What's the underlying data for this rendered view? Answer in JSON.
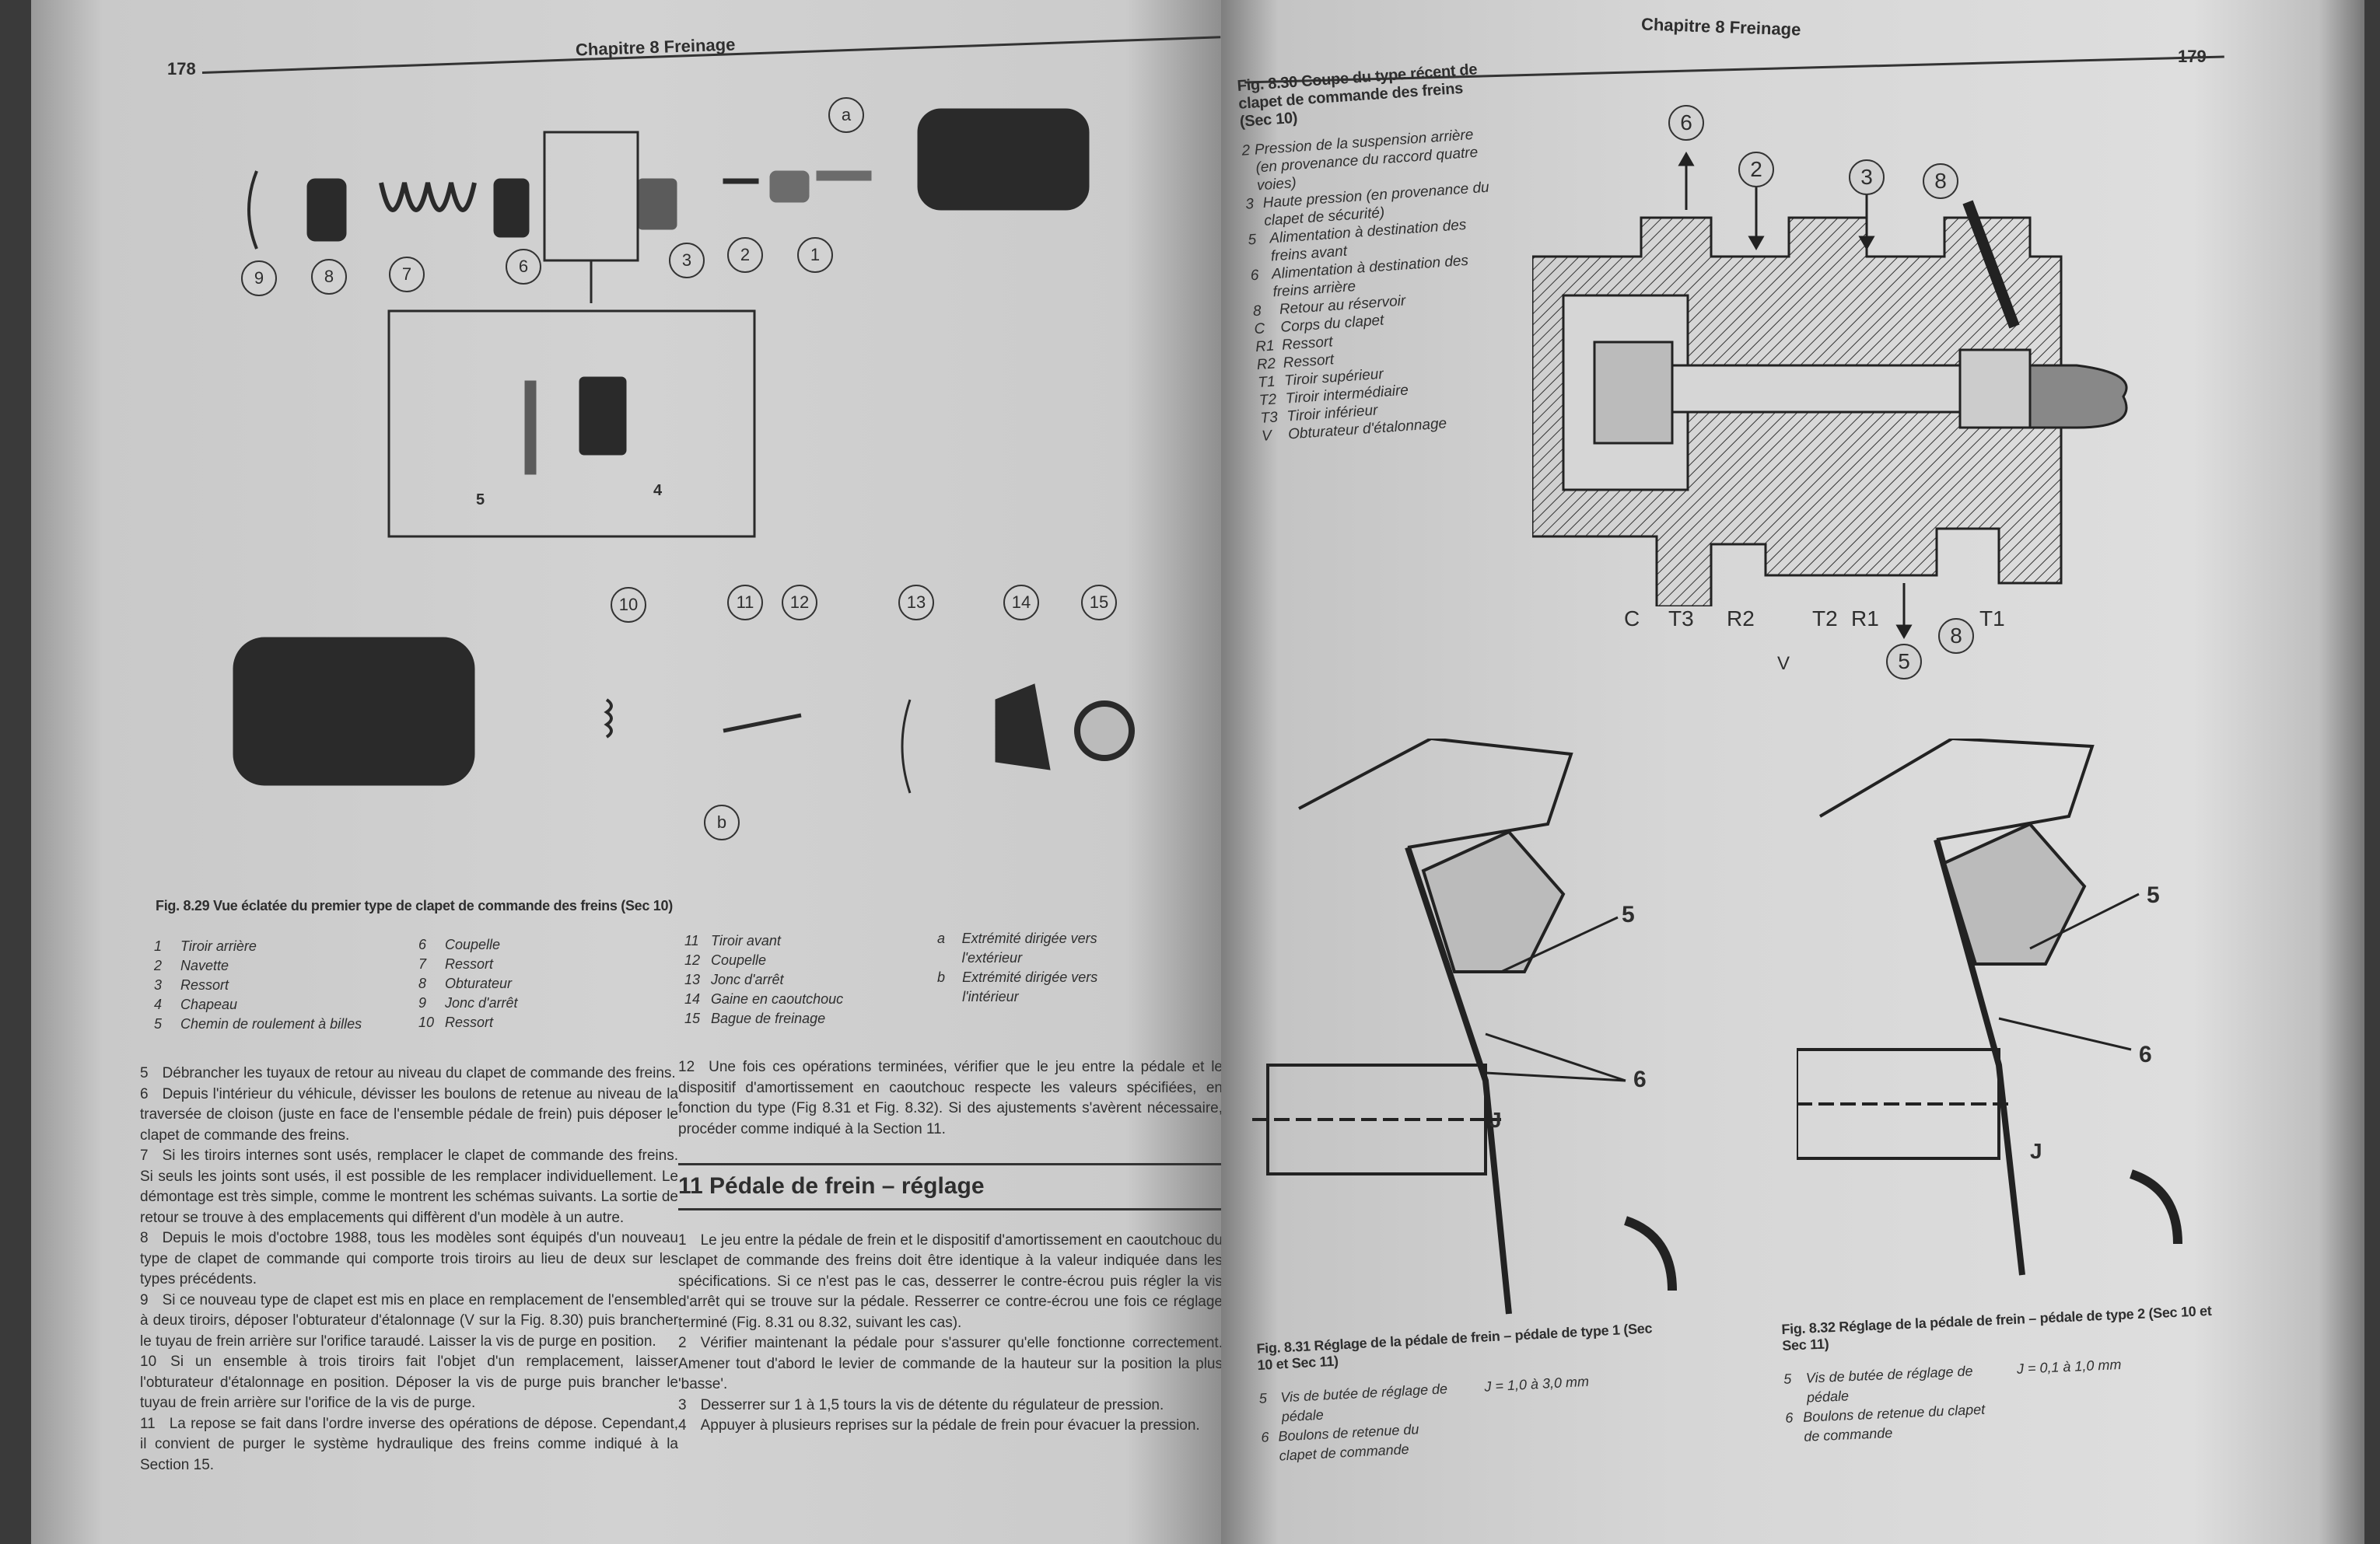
{
  "left_page": {
    "page_number": "178",
    "running_head": "Chapitre 8   Freinage",
    "fig29": {
      "callouts": [
        "a",
        "1",
        "2",
        "3",
        "6",
        "7",
        "8",
        "9",
        "5",
        "4",
        "10",
        "11",
        "12",
        "13",
        "14",
        "15",
        "b"
      ],
      "caption": "Fig. 8.29 Vue éclatée du premier type de clapet de commande des freins (Sec 10)",
      "legend": [
        {
          "n": "1",
          "t": "Tiroir arrière"
        },
        {
          "n": "2",
          "t": "Navette"
        },
        {
          "n": "3",
          "t": "Ressort"
        },
        {
          "n": "4",
          "t": "Chapeau"
        },
        {
          "n": "5",
          "t": "Chemin de roulement à billes"
        },
        {
          "n": "6",
          "t": "Coupelle"
        },
        {
          "n": "7",
          "t": "Ressort"
        },
        {
          "n": "8",
          "t": "Obturateur"
        },
        {
          "n": "9",
          "t": "Jonc d'arrêt"
        },
        {
          "n": "10",
          "t": "Ressort"
        },
        {
          "n": "11",
          "t": "Tiroir avant"
        },
        {
          "n": "12",
          "t": "Coupelle"
        },
        {
          "n": "13",
          "t": "Jonc d'arrêt"
        },
        {
          "n": "14",
          "t": "Gaine en caoutchouc"
        },
        {
          "n": "15",
          "t": "Bague de freinage"
        },
        {
          "n": "a",
          "t": "Extrémité dirigée vers l'extérieur"
        },
        {
          "n": "b",
          "t": "Extrémité dirigée vers l'intérieur"
        }
      ]
    },
    "col1": [
      {
        "n": "5",
        "t": "Débrancher les tuyaux de retour au niveau du clapet de commande des freins."
      },
      {
        "n": "6",
        "t": "Depuis l'intérieur du véhicule, dévisser les boulons de retenue au niveau de la traversée de cloison (juste en face de l'ensemble pédale de frein) puis déposer le clapet de commande des freins."
      },
      {
        "n": "7",
        "t": "Si les tiroirs internes sont usés, remplacer le clapet de commande des freins. Si seuls les joints sont usés, il est possible de les remplacer individuellement. Le démontage est très simple, comme le montrent les schémas suivants. La sortie de retour se trouve à des emplacements qui diffèrent d'un modèle à un autre."
      },
      {
        "n": "8",
        "t": "Depuis le mois d'octobre 1988, tous les modèles sont équipés d'un nouveau type de clapet de commande qui comporte trois tiroirs au lieu de deux sur les types précédents."
      },
      {
        "n": "9",
        "t": "Si ce nouveau type de clapet est mis en place en remplacement de l'ensemble à deux tiroirs, déposer l'obturateur d'étalonnage (V sur la Fig. 8.30) puis brancher le tuyau de frein arrière sur l'orifice taraudé. Laisser la vis de purge en position."
      },
      {
        "n": "10",
        "t": "Si un ensemble à trois tiroirs fait l'objet d'un remplacement, laisser l'obturateur d'étalonnage en position. Déposer la vis de purge puis brancher le tuyau de frein arrière sur l'orifice de la vis de purge."
      },
      {
        "n": "11",
        "t": "La repose se fait dans l'ordre inverse des opérations de dépose. Cependant, il convient de purger le système hydraulique des freins comme indiqué à la Section 15."
      }
    ],
    "col2_pre": [
      {
        "n": "12",
        "t": "Une fois ces opérations terminées, vérifier que le jeu entre la pédale et le dispositif d'amortissement en caoutchouc respecte les valeurs spécifiées, en fonction du type (Fig 8.31 et Fig. 8.32). Si des ajustements s'avèrent nécessaire, procéder comme indiqué à la Section 11."
      }
    ],
    "section_heading": "11   Pédale de frein – réglage",
    "col2_post": [
      {
        "n": "1",
        "t": "Le jeu entre la pédale de frein et le dispositif d'amortissement en caoutchouc du clapet de commande des freins doit être identique à la valeur indiquée dans les spécifications. Si ce n'est pas le cas, desserrer le contre-écrou puis régler la vis d'arrêt qui se trouve sur la pédale. Resserrer ce contre-écrou une fois ce réglage terminé (Fig. 8.31 ou 8.32, suivant les cas)."
      },
      {
        "n": "2",
        "t": "Vérifier maintenant la pédale pour s'assurer qu'elle fonctionne correctement. Amener tout d'abord le levier de commande de la hauteur sur la position la plus 'basse'."
      },
      {
        "n": "3",
        "t": "Desserrer sur 1 à 1,5 tours la vis de détente du régulateur de pression."
      },
      {
        "n": "4",
        "t": "Appuyer à plusieurs reprises sur la pédale de frein pour évacuer la pression."
      }
    ]
  },
  "right_page": {
    "page_number": "179",
    "running_head": "Chapitre 8   Freinage",
    "fig30": {
      "caption": "Fig. 8.30 Coupe du type récent de clapet de commande des freins (Sec 10)",
      "legend": [
        {
          "n": "2",
          "t": "Pression de la suspension arrière (en provenance du raccord quatre voies)"
        },
        {
          "n": "3",
          "t": "Haute pression (en provenance du clapet de sécurité)"
        },
        {
          "n": "5",
          "t": "Alimentation à destination des freins avant"
        },
        {
          "n": "6",
          "t": "Alimentation à destination des freins arrière"
        },
        {
          "n": "8",
          "t": "Retour au réservoir"
        },
        {
          "n": "C",
          "t": "Corps du clapet"
        },
        {
          "n": "R1",
          "t": "Ressort"
        },
        {
          "n": "R2",
          "t": "Ressort"
        },
        {
          "n": "T1",
          "t": "Tiroir supérieur"
        },
        {
          "n": "T2",
          "t": "Tiroir intermédiaire"
        },
        {
          "n": "T3",
          "t": "Tiroir inférieur"
        },
        {
          "n": "V",
          "t": "Obturateur d'étalonnage"
        }
      ],
      "callouts": [
        "6",
        "2",
        "3",
        "8",
        "5",
        "8"
      ],
      "labels": [
        "C",
        "T3",
        "R2",
        "V",
        "T2",
        "R1",
        "T1"
      ]
    },
    "fig31": {
      "labels": [
        "5",
        "6",
        "J"
      ],
      "caption": "Fig. 8.31 Réglage de la pédale de frein – pédale de type 1 (Sec 10 et Sec 11)",
      "legend": [
        {
          "n": "5",
          "t": "Vis de butée de réglage de pédale"
        },
        {
          "n": "6",
          "t": "Boulons de retenue du clapet de commande"
        }
      ],
      "spec": "J = 1,0 à 3,0 mm"
    },
    "fig32": {
      "labels": [
        "5",
        "6",
        "J"
      ],
      "caption": "Fig. 8.32 Réglage de la pédale de frein – pédale de type 2 (Sec 10 et Sec 11)",
      "legend": [
        {
          "n": "5",
          "t": "Vis de butée de réglage de pédale"
        },
        {
          "n": "6",
          "t": "Boulons de retenue du clapet de commande"
        }
      ],
      "spec": "J = 0,1 à 1,0 mm"
    }
  }
}
